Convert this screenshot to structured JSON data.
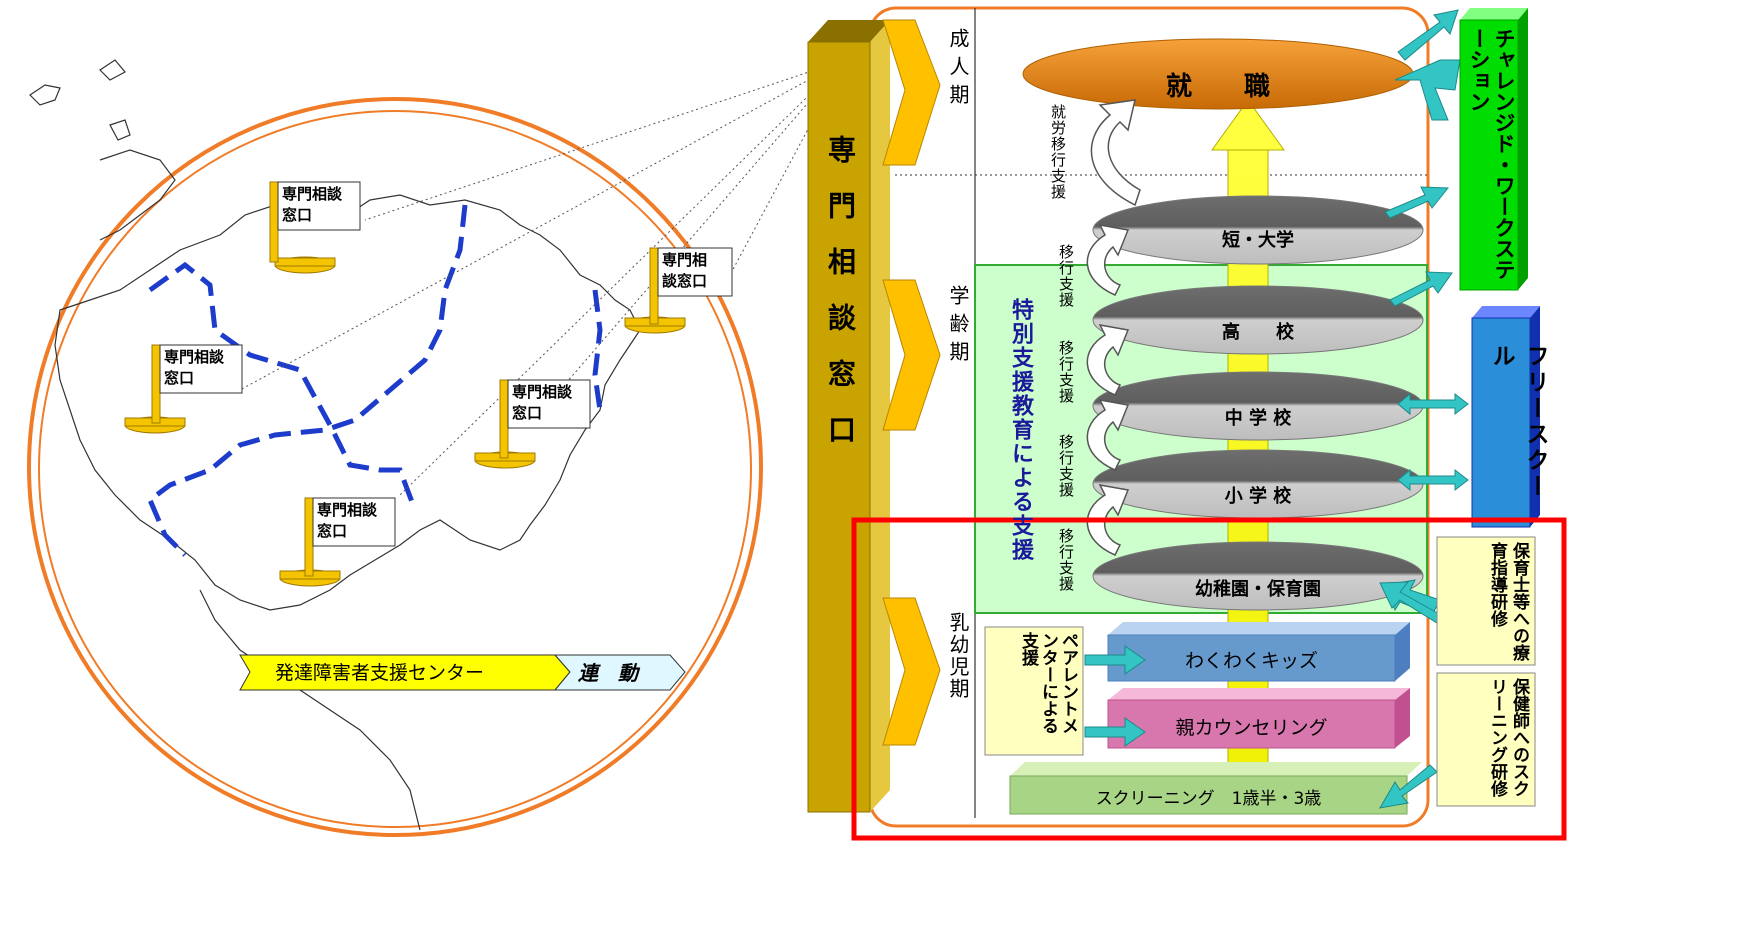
{
  "map": {
    "windows": [
      {
        "label": "専門相談\n窓口"
      },
      {
        "label": "専門相\n談窓口"
      },
      {
        "label": "専門相談\n窓口"
      },
      {
        "label": "専門相談\n窓口"
      },
      {
        "label": "専門相談\n窓口"
      }
    ],
    "center_label": "発達障害者支援センター",
    "link_label": "連　動"
  },
  "pillar_label": "専門相談窓口",
  "periods": {
    "adult": "成人期",
    "school": "学齢期",
    "infant": "乳幼児期"
  },
  "stages": {
    "employment": "就　　職",
    "college": "短・大学",
    "high": "高　　校",
    "junior": "中 学 校",
    "elementary": "小 学 校",
    "kinder": "幼稚園・保育園"
  },
  "transitions": {
    "work": "就労移行支援",
    "t1": "移行支援",
    "t2": "移行支援",
    "t3": "移行支援",
    "t4": "移行支援"
  },
  "special_ed": "特別支援教育による支援",
  "programs": {
    "wakuwaku": "わくわくキッズ",
    "counseling": "親カウンセリング",
    "screening": "スクリーニング　1歳半・3歳"
  },
  "parent_mentor": "ペアレントメンターによる支援",
  "right_boxes": {
    "challenged": "チャレンジド・ワークステーション",
    "free_school": "フリースクール",
    "nursery_training": "保育士等への療育指導研修",
    "nurse_training": "保健師へのスクリーニング研修"
  },
  "colors": {
    "orange_circle": "#f07c28",
    "red_box": "#ff0000",
    "pillar": "#c9a400",
    "green_box": "#00dd00",
    "blue_box": "#2040e0",
    "teal_arrow": "#33c4c4",
    "dash_blue": "#1e3ccc"
  }
}
